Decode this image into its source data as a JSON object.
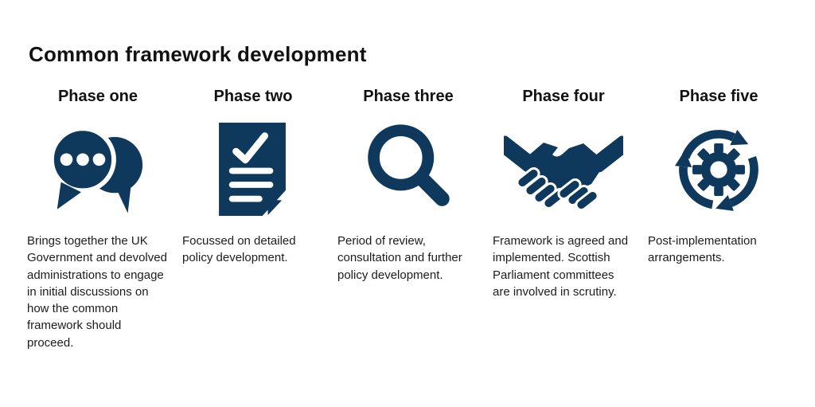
{
  "page": {
    "title": "Common framework development",
    "background_color": "#ffffff",
    "icon_color": "#0e395c",
    "text_color": "#121212"
  },
  "phases": [
    {
      "label": "Phase one",
      "icon": "chat-bubbles-icon",
      "description": "Brings together the UK Government and devolved administrations to engage in initial discussions on how the common framework should proceed."
    },
    {
      "label": "Phase two",
      "icon": "document-checklist-icon",
      "description": "Focussed on detailed policy development."
    },
    {
      "label": "Phase three",
      "icon": "magnifying-glass-icon",
      "description": "Period of review, consultation and further policy development."
    },
    {
      "label": "Phase four",
      "icon": "handshake-icon",
      "description": "Framework is agreed and implemented. Scottish Parliament committees are involved in scrutiny."
    },
    {
      "label": "Phase five",
      "icon": "cycle-gear-icon",
      "description": "Post-implementation arrangements."
    }
  ]
}
